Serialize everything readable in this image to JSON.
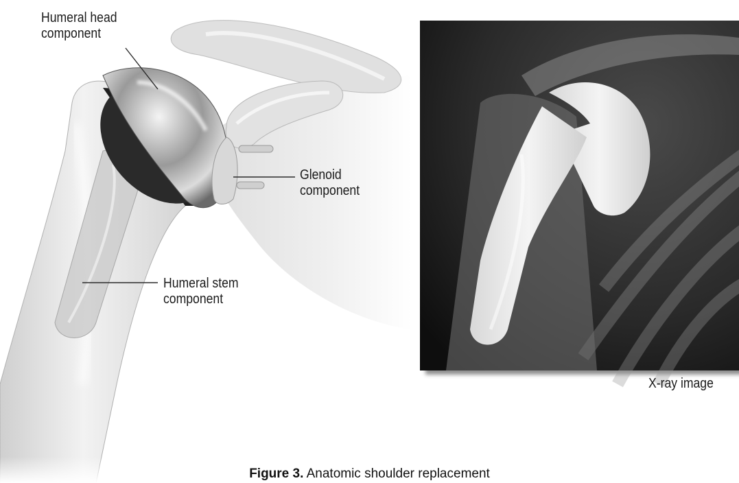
{
  "labels": {
    "humeral_head": [
      "Humeral head",
      "component"
    ],
    "glenoid": [
      "Glenoid",
      "component"
    ],
    "humeral_stem": [
      "Humeral stem",
      "component"
    ],
    "xray": "X-ray image"
  },
  "caption": {
    "figure_number": "Figure 3.",
    "text": " Anatomic shoulder replacement"
  }
}
